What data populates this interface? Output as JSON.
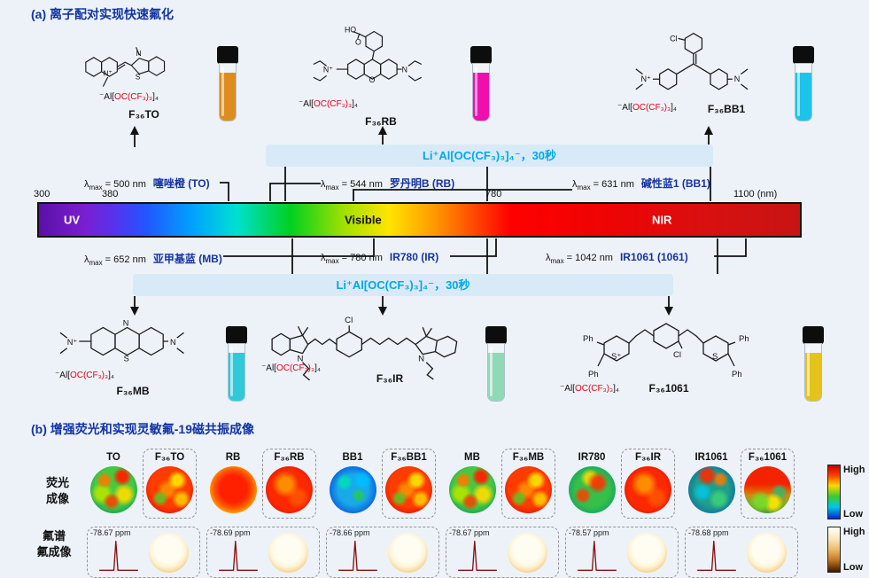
{
  "atoms": {
    "N": "N",
    "N_plus": "N⁺",
    "S": "S",
    "S_plus": "S⁺",
    "O": "O",
    "HO": "HO",
    "Cl": "Cl",
    "Ph": "Ph"
  },
  "section_a": {
    "title": "(a) 离子配对实现快速氟化",
    "banner_top": "Li⁺Al[OC(CF₃)₃]₄⁻，30秒",
    "banner_bottom": "Li⁺Al[OC(CF₃)₃]₄⁻，30秒",
    "counterion": {
      "pre": "⁻Al[",
      "red": "OC(CF₃)₃",
      "post": "]₄"
    },
    "molecules_top": [
      {
        "name": "F₃₆TO",
        "vial_color": "#dd8d1e"
      },
      {
        "name": "F₃₆RB",
        "vial_color": "#ef0fae"
      },
      {
        "name": "F₃₆BB1",
        "vial_color": "#1ec3ea"
      }
    ],
    "molecules_bottom": [
      {
        "name": "F₃₆MB",
        "vial_color": "#2fc9da"
      },
      {
        "name": "F₃₆IR",
        "vial_color": "#8fd9b6"
      },
      {
        "name": "F₃₆1061",
        "vial_color": "#e3c31c"
      }
    ],
    "labels_top": [
      {
        "sym": "λ",
        "sub": "max",
        "value": " = 500 nm",
        "dye": "噻唑橙 (TO)"
      },
      {
        "sym": "λ",
        "sub": "max",
        "value": " = 544 nm",
        "dye": "罗丹明B (RB)"
      },
      {
        "sym": "λ",
        "sub": "max",
        "value": " = 631 nm",
        "dye": "碱性蓝1 (BB1)"
      }
    ],
    "labels_bottom": [
      {
        "sym": "λ",
        "sub": "max",
        "value": " = 652 nm",
        "dye": "亚甲基蓝 (MB)"
      },
      {
        "sym": "λ",
        "sub": "max",
        "value": " = 780 nm",
        "dye": "IR780 (IR)"
      },
      {
        "sym": "λ",
        "sub": "max",
        "value": " = 1042 nm",
        "dye": "IR1061 (1061)"
      }
    ],
    "spectrum": {
      "tick_300": "300",
      "tick_380": "380",
      "tick_780": "780",
      "tick_1100": "1100 (nm)",
      "region_uv": "UV",
      "region_visible": "Visible",
      "region_nir": "NIR"
    }
  },
  "section_b": {
    "title": "(b) 增强荧光和实现灵敏氟-19磁共振成像",
    "row_label_fluor": {
      "line1": "荧光",
      "line2": "成像"
    },
    "row_label_nmr": {
      "line1": "氟谱",
      "line2": "氟成像"
    },
    "colorbar_fluor": {
      "high": "High",
      "low": "Low"
    },
    "colorbar_nmr": {
      "high": "High",
      "low": "Low"
    },
    "groups": [
      {
        "plain": "TO",
        "f36": "F₃₆TO",
        "ppm": "-78.67 ppm",
        "palette_plain": "jetA",
        "palette_f36": "jetB"
      },
      {
        "plain": "RB",
        "f36": "F₃₆RB",
        "ppm": "-78.69 ppm",
        "palette_plain": "jetH",
        "palette_f36": "jetC"
      },
      {
        "plain": "BB1",
        "f36": "F₃₆BB1",
        "ppm": "-78.66 ppm",
        "palette_plain": "jetD",
        "palette_f36": "jetB"
      },
      {
        "plain": "MB",
        "f36": "F₃₆MB",
        "ppm": "-78.67 ppm",
        "palette_plain": "jetA",
        "palette_f36": "jetB"
      },
      {
        "plain": "IR780",
        "f36": "F₃₆IR",
        "ppm": "-78.57 ppm",
        "palette_plain": "jetE",
        "palette_f36": "jetC"
      },
      {
        "plain": "IR1061",
        "f36": "F₃₆1061",
        "ppm": "-78.68 ppm",
        "palette_plain": "jetF",
        "palette_f36": "jetG"
      }
    ]
  }
}
